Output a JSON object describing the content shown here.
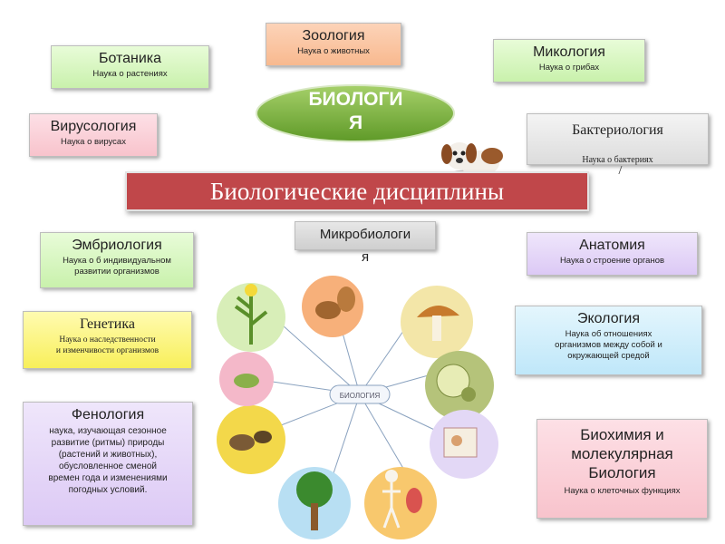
{
  "center": {
    "title_line1": "БИОЛОГИ",
    "title_line2": "Я"
  },
  "banner": {
    "text": "Биологические дисциплины"
  },
  "cards": {
    "zoology": {
      "title": "Зоология",
      "subtitle": "Наука о животных"
    },
    "botany": {
      "title": "Ботаника",
      "subtitle": "Наука о растениях"
    },
    "mycology": {
      "title": "Микология",
      "subtitle": "Наука о грибах"
    },
    "virology": {
      "title": "Вирусология",
      "subtitle": "Наука о вирусах"
    },
    "bacteriology": {
      "title": "Бактериология",
      "subtitle": "Наука о бактериях",
      "mark": "/"
    },
    "embryology": {
      "title": "Эмбриология",
      "subtitle": "Наука о б индивидуальном\nразвитии организмов"
    },
    "anatomy": {
      "title": "Анатомия",
      "subtitle": "Наука о строение органов"
    },
    "genetics": {
      "title": "Генетика",
      "subtitle": "Наука о наследственности\nи изменчивости организмов"
    },
    "ecology": {
      "title": "Экология",
      "subtitle": "Наука об отношениях\nорганизмов между собой и\nокружающей средой"
    },
    "phenology": {
      "title": "Фенология",
      "subtitle": "наука, изучающая сезонное\nразвитие (ритмы) природы\n(растений и животных),\nобусловленное сменой\nвремен года и изменениями\nпогодных условий."
    },
    "biochem": {
      "title": "Биохимия и\nмолекулярная\nБиология",
      "subtitle": "Наука о  клеточных функциях"
    },
    "micro": {
      "title_line1": "Микробиологи",
      "title_line2": "я"
    }
  },
  "diagram": {
    "center_label": "БИОЛОГИЯ"
  },
  "colors": {
    "ellipse_fill": "#7fb23e",
    "banner_fill": "#c0474a"
  }
}
